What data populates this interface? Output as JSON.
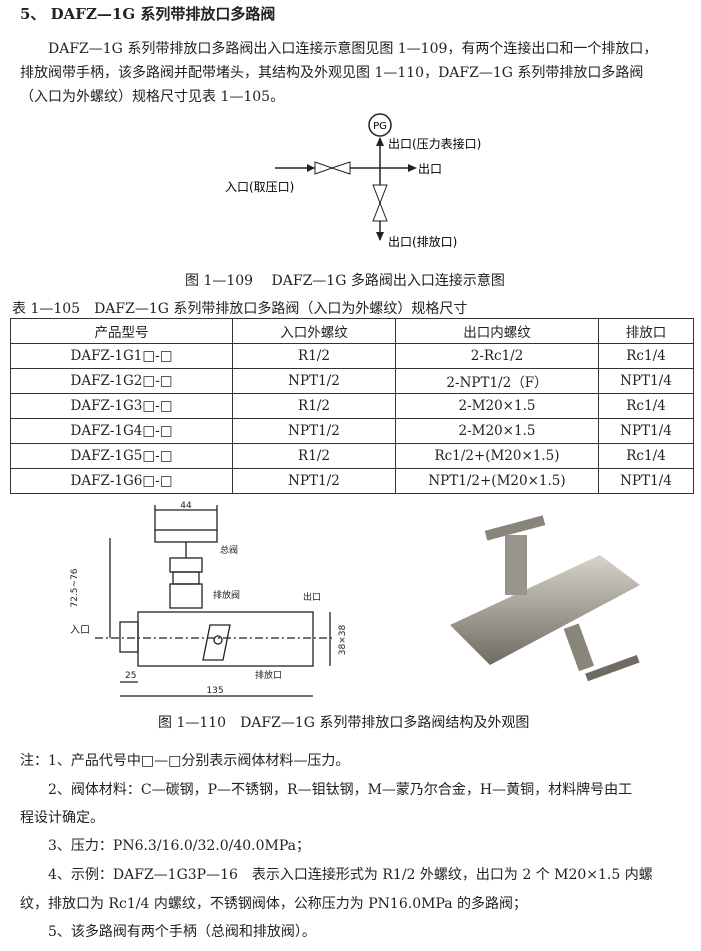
{
  "heading": "5、 DAFZ—1G 系列带排放口多路阀",
  "intro": [
    "DAFZ—1G 系列带排放口多路阀出入口连接示意图见图 1—109，有两个连接出口和一个排放口，",
    "排放阀带手柄，该多路阀并配带堵头，其结构及外观见图 1—110，DAFZ—1G 系列带排放口多路阀",
    "（入口为外螺纹）规格尺寸见表 1—105。"
  ],
  "fig109": {
    "pg": "PG",
    "outlet_gauge": "出口(压力表接口)",
    "outlet": "出口",
    "inlet": "入口(取压口)",
    "outlet_drain": "出口(排放口)",
    "caption": "图 1—109　 DAFZ—1G 多路阀出入口连接示意图"
  },
  "table": {
    "caption": "表 1—105　DAFZ—1G 系列带排放口多路阀（入口为外螺纹）规格尺寸",
    "headers": [
      "产品型号",
      "入口外螺纹",
      "出口内螺纹",
      "排放口"
    ],
    "rows": [
      [
        "DAFZ-1G1□-□",
        "R1/2",
        "2-Rc1/2",
        "Rc1/4"
      ],
      [
        "DAFZ-1G2□-□",
        "NPT1/2",
        "2-NPT1/2（F）",
        "NPT1/4"
      ],
      [
        "DAFZ-1G3□-□",
        "R1/2",
        "2-M20×1.5",
        "Rc1/4"
      ],
      [
        "DAFZ-1G4□-□",
        "NPT1/2",
        "2-M20×1.5",
        "NPT1/4"
      ],
      [
        "DAFZ-1G5□-□",
        "R1/2",
        "Rc1/2+(M20×1.5)",
        "Rc1/4"
      ],
      [
        "DAFZ-1G6□-□",
        "NPT1/2",
        "NPT1/2+(M20×1.5)",
        "NPT1/4"
      ]
    ]
  },
  "fig110": {
    "dim_44": "44",
    "main_valve": "总阀",
    "dim_height": "72.5~76",
    "drain_valve": "排放阀",
    "outlet": "出口",
    "inlet": "入口",
    "dim_38": "38×38",
    "drain_port": "排放口",
    "dim_25": "25",
    "dim_135": "135",
    "caption": "图 1—110　DAFZ—1G 系列带排放口多路阀结构及外观图"
  },
  "notes": [
    "注：1、产品代号中□—□分别表示阀体材料—压力。",
    "2、阀体材料：C—碳钢，P—不锈钢，R—钼钛钢，M—蒙乃尔合金，H—黄铜，材料牌号由工",
    "程设计确定。",
    "3、压力：PN6.3/16.0/32.0/40.0MPa；",
    "4、示例：DAFZ—1G3P—16　表示入口连接形式为 R1/2 外螺纹，出口为 2 个 M20×1.5 内螺",
    "纹，排放口为 Rc1/4 内螺纹，不锈钢阀体，公称压力为 PN16.0MPa 的多路阀；",
    "5、该多路阀有两个手柄（总阀和排放阀）。"
  ]
}
